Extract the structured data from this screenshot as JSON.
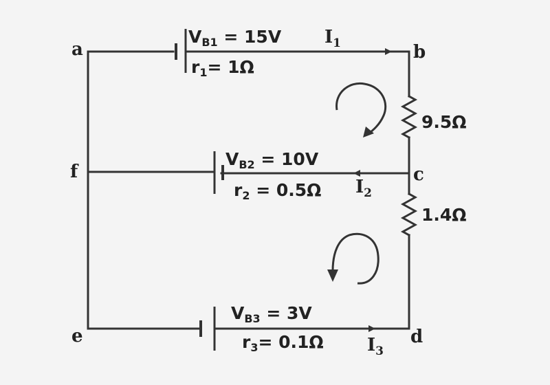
{
  "nodes": {
    "a": "a",
    "b": "b",
    "c": "c",
    "d": "d",
    "e": "e",
    "f": "f"
  },
  "currents": {
    "i1": {
      "main": "I",
      "sub": "1"
    },
    "i2": {
      "main": "I",
      "sub": "2"
    },
    "i3": {
      "main": "I",
      "sub": "3"
    }
  },
  "batteries": {
    "b1": {
      "v_pre": "V",
      "v_sub": "B1",
      "v_post": " = 15V",
      "r_pre": "r",
      "r_sub": "1",
      "r_post": "= 1Ω"
    },
    "b2": {
      "v_pre": "V",
      "v_sub": "B2",
      "v_post": " = 10V",
      "r_pre": "r",
      "r_sub": "2",
      "r_post": " = 0.5Ω"
    },
    "b3": {
      "v_pre": "V",
      "v_sub": "B3",
      "v_post": " = 3V",
      "r_pre": "r",
      "r_sub": "3",
      "r_post": "= 0.1Ω"
    }
  },
  "resistors": {
    "r_bc": "9.5Ω",
    "r_cd": "1.4Ω"
  },
  "colors": {
    "ink": "#333333",
    "background": "#f4f4f4"
  }
}
